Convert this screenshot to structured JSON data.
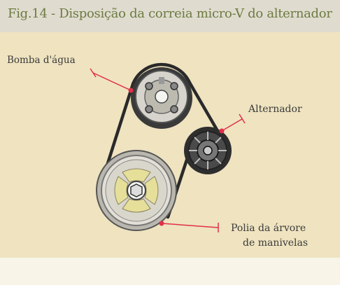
{
  "figure": {
    "title": "Fig.14 - Disposição da correia micro-V do alternador"
  },
  "labels": {
    "water_pump": "Bomba d'água",
    "alternator": "Alternador",
    "crank_pulley_line1": "Polia da árvore",
    "crank_pulley_line2": "de manivelas"
  },
  "colors": {
    "title": "#6e7a42",
    "callout": "#e0304a",
    "belt": "#2a2a2a",
    "background": "#efe3c0"
  }
}
